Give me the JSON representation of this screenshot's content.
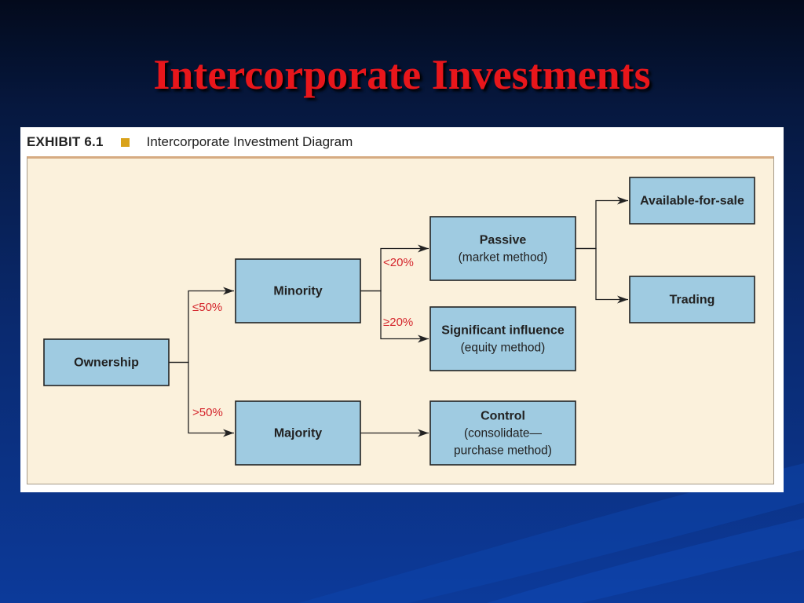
{
  "slide": {
    "title": "Intercorporate Investments"
  },
  "exhibit": {
    "number": "EXHIBIT 6.1",
    "caption": "Intercorporate Investment Diagram"
  },
  "colors": {
    "title": "#e8161b",
    "box_fill": "#9fcbe1",
    "panel_fill": "#fbf1dc",
    "edge_label": "#d4252c",
    "exhibit_marker": "#d9a21a"
  },
  "diagram": {
    "nodes": {
      "ownership": {
        "title": "Ownership",
        "subtitle": ""
      },
      "minority": {
        "title": "Minority",
        "subtitle": ""
      },
      "majority": {
        "title": "Majority",
        "subtitle": ""
      },
      "passive": {
        "title": "Passive",
        "subtitle": "(market method)"
      },
      "significant": {
        "title": "Significant influence",
        "subtitle": "(equity method)"
      },
      "control": {
        "title": "Control",
        "subtitle": "(consolidate—",
        "subtitle2": "purchase method)"
      },
      "afs": {
        "title": "Available-for-sale",
        "subtitle": ""
      },
      "trading": {
        "title": "Trading",
        "subtitle": ""
      }
    },
    "edges": [
      {
        "from": "ownership",
        "to": "minority",
        "label": "≤50%"
      },
      {
        "from": "ownership",
        "to": "majority",
        "label": ">50%"
      },
      {
        "from": "minority",
        "to": "passive",
        "label": "<20%"
      },
      {
        "from": "minority",
        "to": "significant",
        "label": "≥20%"
      },
      {
        "from": "majority",
        "to": "control",
        "label": ""
      },
      {
        "from": "passive",
        "to": "afs",
        "label": ""
      },
      {
        "from": "passive",
        "to": "trading",
        "label": ""
      }
    ]
  }
}
